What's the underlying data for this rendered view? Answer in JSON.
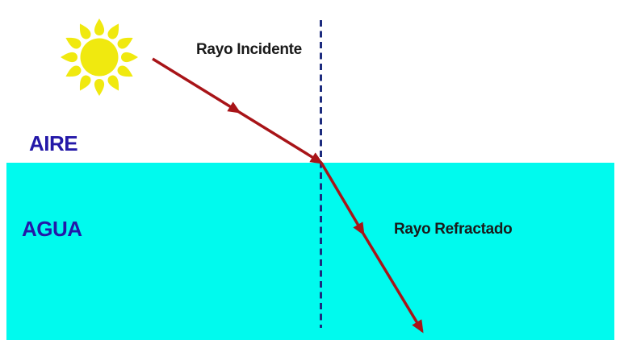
{
  "diagram": {
    "labels": {
      "incident_ray": "Rayo Incidente",
      "refracted_ray": "Rayo Refractado",
      "medium_top": "AIRE",
      "medium_bottom": "AGUA"
    },
    "colors": {
      "background": "#FFFFFF",
      "water": "#00FAEE",
      "ray": "#A81418",
      "normal_line": "#1C2B7E",
      "medium_label": "#2418A8",
      "ray_label": "#1A1A1A",
      "sun": "#F0E90F"
    },
    "icons": {
      "sun": "sun-icon"
    }
  }
}
